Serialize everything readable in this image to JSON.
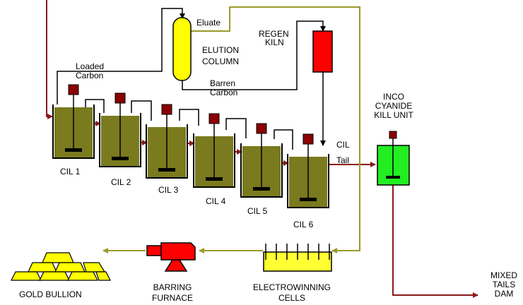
{
  "colors": {
    "tank_fill": "#7a7a1e",
    "agitator_box": "#8b0000",
    "slurry_line": "#8b1a1a",
    "eluate_line": "#9a9a2a",
    "elution_column": "#ffff00",
    "regen_kiln": "#ff0000",
    "inco_tank": "#22ee22",
    "electrowinning": "#ffff33",
    "gold": "#ffff00",
    "furnace": "#ff0000"
  },
  "tanks": [
    {
      "label": "CIL 1"
    },
    {
      "label": "CIL 2"
    },
    {
      "label": "CIL 3"
    },
    {
      "label": "CIL 4"
    },
    {
      "label": "CIL 5"
    },
    {
      "label": "CIL 6"
    }
  ],
  "labels": {
    "eluate": "Eluate",
    "elution_1": "ELUTION",
    "elution_2": "COLUMN",
    "regen_1": "REGEN",
    "regen_2": "KILN",
    "loaded_1": "Loaded",
    "loaded_2": "Carbon",
    "barren_1": "Barren",
    "barren_2": "Carbon",
    "cil_tail_1": "CIL",
    "cil_tail_2": "Tail",
    "inco_1": "INCO",
    "inco_2": "CYANIDE",
    "inco_3": "KILL UNIT",
    "gold_bullion": "GOLD BULLION",
    "barring_1": "BARRING",
    "barring_2": "FURNACE",
    "ew_1": "ELECTROWINNING",
    "ew_2": "CELLS",
    "mixed_1": "MIXED",
    "mixed_2": "TAILS",
    "mixed_3": "DAM"
  }
}
